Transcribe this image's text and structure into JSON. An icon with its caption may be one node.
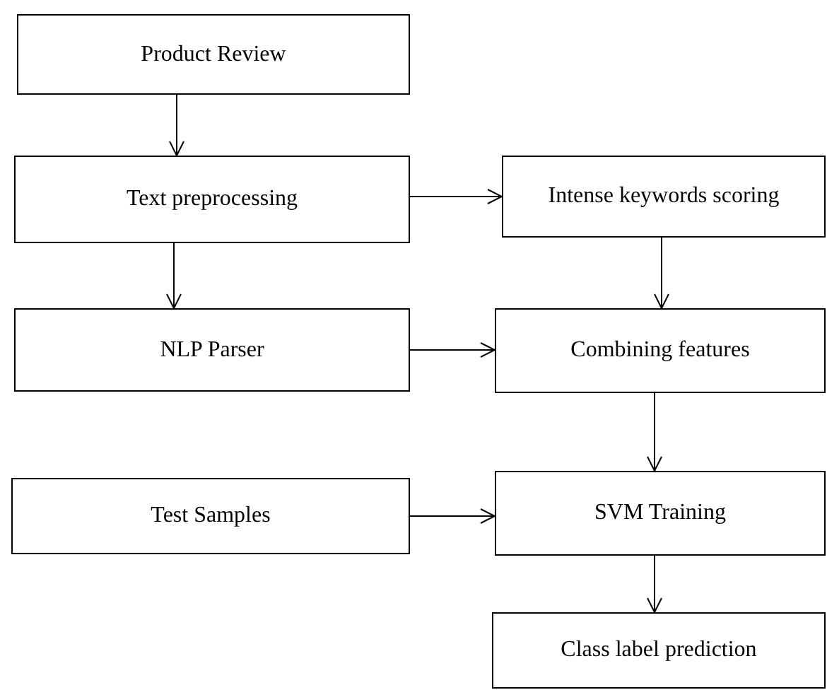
{
  "diagram": {
    "nodes": [
      {
        "text": [
          "Product Review"
        ]
      },
      {
        "text": [
          "Text preprocessing"
        ]
      },
      {
        "text": [
          "Intense keywords scoring"
        ]
      },
      {
        "text": [
          "NLP Parser"
        ]
      },
      {
        "text": [
          "Combining features"
        ]
      },
      {
        "text": [
          "Test Samples"
        ]
      },
      {
        "text": [
          "SVM Training"
        ]
      },
      {
        "text": [
          "Class label prediction"
        ]
      }
    ],
    "edges": [
      {
        "from": 0,
        "to": 1,
        "arrow": "to"
      },
      {
        "from": 1,
        "to": 2,
        "arrow": "to"
      },
      {
        "from": 1,
        "to": 3,
        "arrow": "to"
      },
      {
        "from": 2,
        "to": 4,
        "arrow": "to"
      },
      {
        "from": 3,
        "to": 4,
        "arrow": "to"
      },
      {
        "from": 4,
        "to": 6,
        "arrow": "to"
      },
      {
        "from": 5,
        "to": 6,
        "arrow": "to"
      },
      {
        "from": 6,
        "to": 7,
        "arrow": "to"
      }
    ]
  }
}
